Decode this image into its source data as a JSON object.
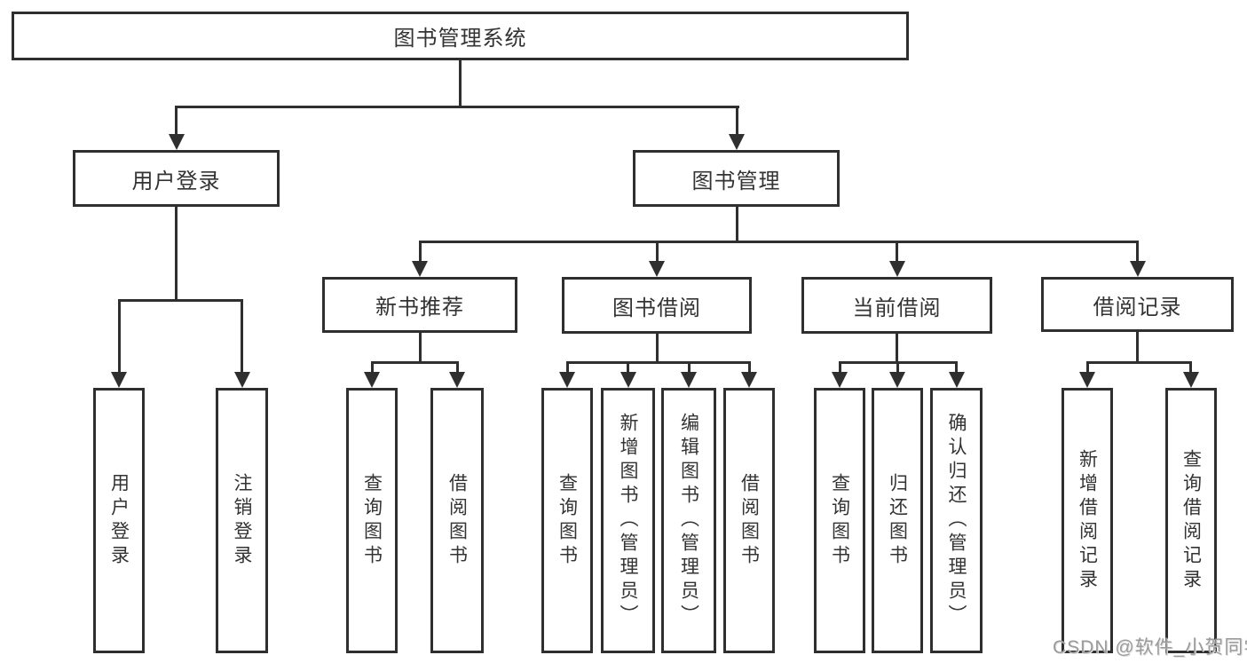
{
  "diagram_title": "图书管理系统",
  "nodes": {
    "root": "图书管理系统",
    "user_login": "用户登录",
    "book_mgmt": "图书管理",
    "new_book_rec": "新书推荐",
    "book_borrow": "图书借阅",
    "current_borrow": "当前借阅",
    "borrow_record": "借阅记录",
    "ul_user_login": "用户登录",
    "ul_logout": "注销登录",
    "nb_query_book": "查询图书",
    "nb_borrow_book": "借阅图书",
    "bb_query_book": "查询图书",
    "bb_add_book": "新增图书（管理员）",
    "bb_edit_book": "编辑图书（管理员）",
    "bb_borrow_book": "借阅图书",
    "cb_query_book": "查询图书",
    "cb_return_book": "归还图书",
    "cb_confirm_return": "确认归还（管理员）",
    "br_add_record": "新增借阅记录",
    "br_query_record": "查询借阅记录"
  },
  "hierarchy": {
    "图书管理系统": {
      "用户登录": [
        "用户登录",
        "注销登录"
      ],
      "图书管理": {
        "新书推荐": [
          "查询图书",
          "借阅图书"
        ],
        "图书借阅": [
          "查询图书",
          "新增图书（管理员）",
          "编辑图书（管理员）",
          "借阅图书"
        ],
        "当前借阅": [
          "查询图书",
          "归还图书",
          "确认归还（管理员）"
        ],
        "借阅记录": [
          "新增借阅记录",
          "查询借阅记录"
        ]
      }
    }
  },
  "watermark": "CSDN @软件_小贺同学",
  "colors": {
    "line": "#2f2f2f",
    "text": "#333333",
    "background": "#ffffff",
    "watermark": "#9b9b9b"
  }
}
